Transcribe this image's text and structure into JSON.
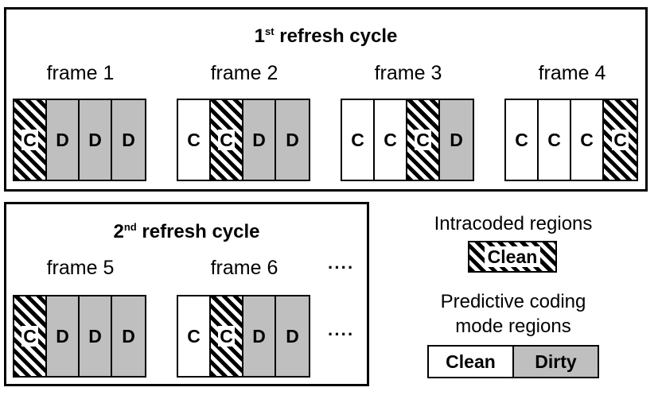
{
  "cycle1": {
    "title": "refresh cycle",
    "ordinal": "1",
    "ordinal_suffix": "st",
    "frames": [
      {
        "label": "frame 1",
        "cells": [
          {
            "type": "intra",
            "text": "C"
          },
          {
            "type": "dirty",
            "text": "D"
          },
          {
            "type": "dirty",
            "text": "D"
          },
          {
            "type": "dirty",
            "text": "D"
          }
        ]
      },
      {
        "label": "frame 2",
        "cells": [
          {
            "type": "clean",
            "text": "C"
          },
          {
            "type": "intra",
            "text": "C"
          },
          {
            "type": "dirty",
            "text": "D"
          },
          {
            "type": "dirty",
            "text": "D"
          }
        ]
      },
      {
        "label": "frame 3",
        "cells": [
          {
            "type": "clean",
            "text": "C"
          },
          {
            "type": "clean",
            "text": "C"
          },
          {
            "type": "intra",
            "text": "C"
          },
          {
            "type": "dirty",
            "text": "D"
          }
        ]
      },
      {
        "label": "frame 4",
        "cells": [
          {
            "type": "clean",
            "text": "C"
          },
          {
            "type": "clean",
            "text": "C"
          },
          {
            "type": "clean",
            "text": "C"
          },
          {
            "type": "intra",
            "text": "C"
          }
        ]
      }
    ]
  },
  "cycle2": {
    "title": "refresh cycle",
    "ordinal": "2",
    "ordinal_suffix": "nd",
    "frames": [
      {
        "label": "frame 5",
        "cells": [
          {
            "type": "intra",
            "text": "C"
          },
          {
            "type": "dirty",
            "text": "D"
          },
          {
            "type": "dirty",
            "text": "D"
          },
          {
            "type": "dirty",
            "text": "D"
          }
        ]
      },
      {
        "label": "frame 6",
        "cells": [
          {
            "type": "clean",
            "text": "C"
          },
          {
            "type": "intra",
            "text": "C"
          },
          {
            "type": "dirty",
            "text": "D"
          },
          {
            "type": "dirty",
            "text": "D"
          }
        ]
      }
    ],
    "ellipsis": "····"
  },
  "legend": {
    "intra_title": "Intracoded regions",
    "intra_sample": "Clean",
    "pred_title_line1": "Predictive coding",
    "pred_title_line2": "mode regions",
    "pred_clean": "Clean",
    "pred_dirty": "Dirty"
  },
  "colors": {
    "dirty": "#bfbfbf",
    "clean": "#ffffff",
    "stroke": "#000000"
  }
}
